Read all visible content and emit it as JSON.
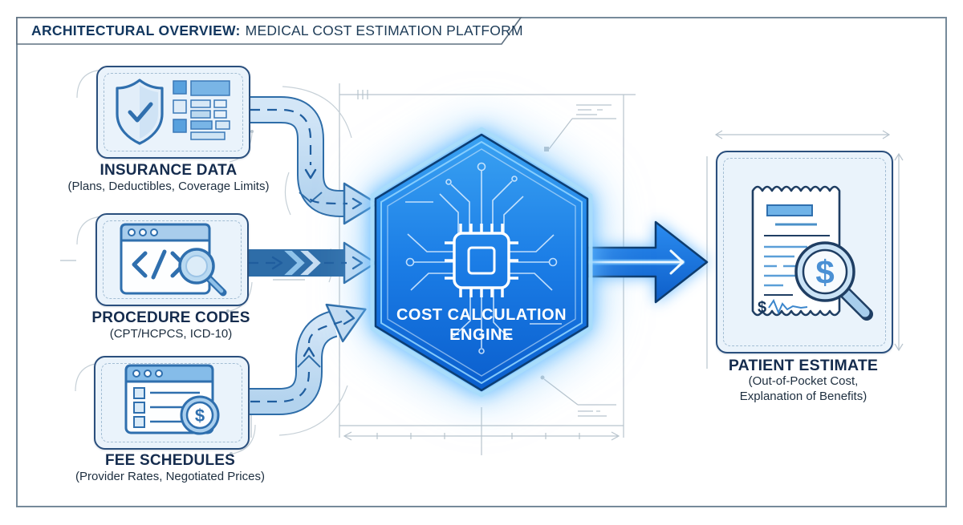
{
  "banner": {
    "title_strong": "ARCHITECTURAL OVERVIEW:",
    "title_rest": "MEDICAL COST ESTIMATION PLATFORM"
  },
  "nodes": {
    "insurance": {
      "label": "INSURANCE DATA",
      "sublabel": "(Plans, Deductibles, Coverage Limits)"
    },
    "procedure": {
      "label": "PROCEDURE CODES",
      "sublabel": "(CPT/HCPCS, ICD-10)"
    },
    "fee": {
      "label": "FEE SCHEDULES",
      "sublabel": "(Provider Rates, Negotiated Prices)"
    },
    "engine": {
      "label_line1": "COST CALCULATION",
      "label_line2": "ENGINE"
    },
    "patient": {
      "label": "PATIENT ESTIMATE",
      "sublabel_line1": "(Out-of-Pocket Cost,",
      "sublabel_line2": "Explanation of Benefits)"
    }
  },
  "colors": {
    "engine_blue": "#1173e2",
    "engine_glow": "#79c9ff",
    "node_fill": "#eaf3fb",
    "node_border": "#2a4f7d",
    "pipe_fill": "#c6ddf2",
    "pipe_stroke": "#2e6da8",
    "output_arrow": "#1679e0",
    "text_dark": "#152c4e",
    "blueprint_line": "#b8c4cd"
  }
}
